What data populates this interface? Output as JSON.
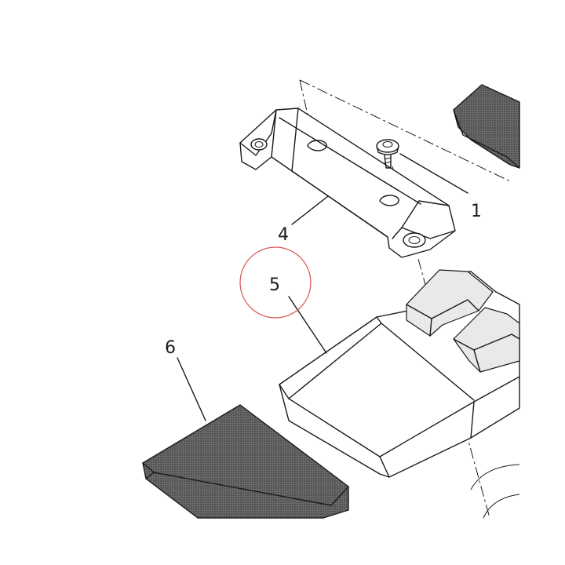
{
  "callouts": {
    "part_1": "1",
    "part_4": "4",
    "part_5": "5",
    "part_6": "6"
  },
  "colors": {
    "line": "#1a1a1a",
    "highlight_circle": "#d9534f",
    "hatch": "#555555"
  }
}
